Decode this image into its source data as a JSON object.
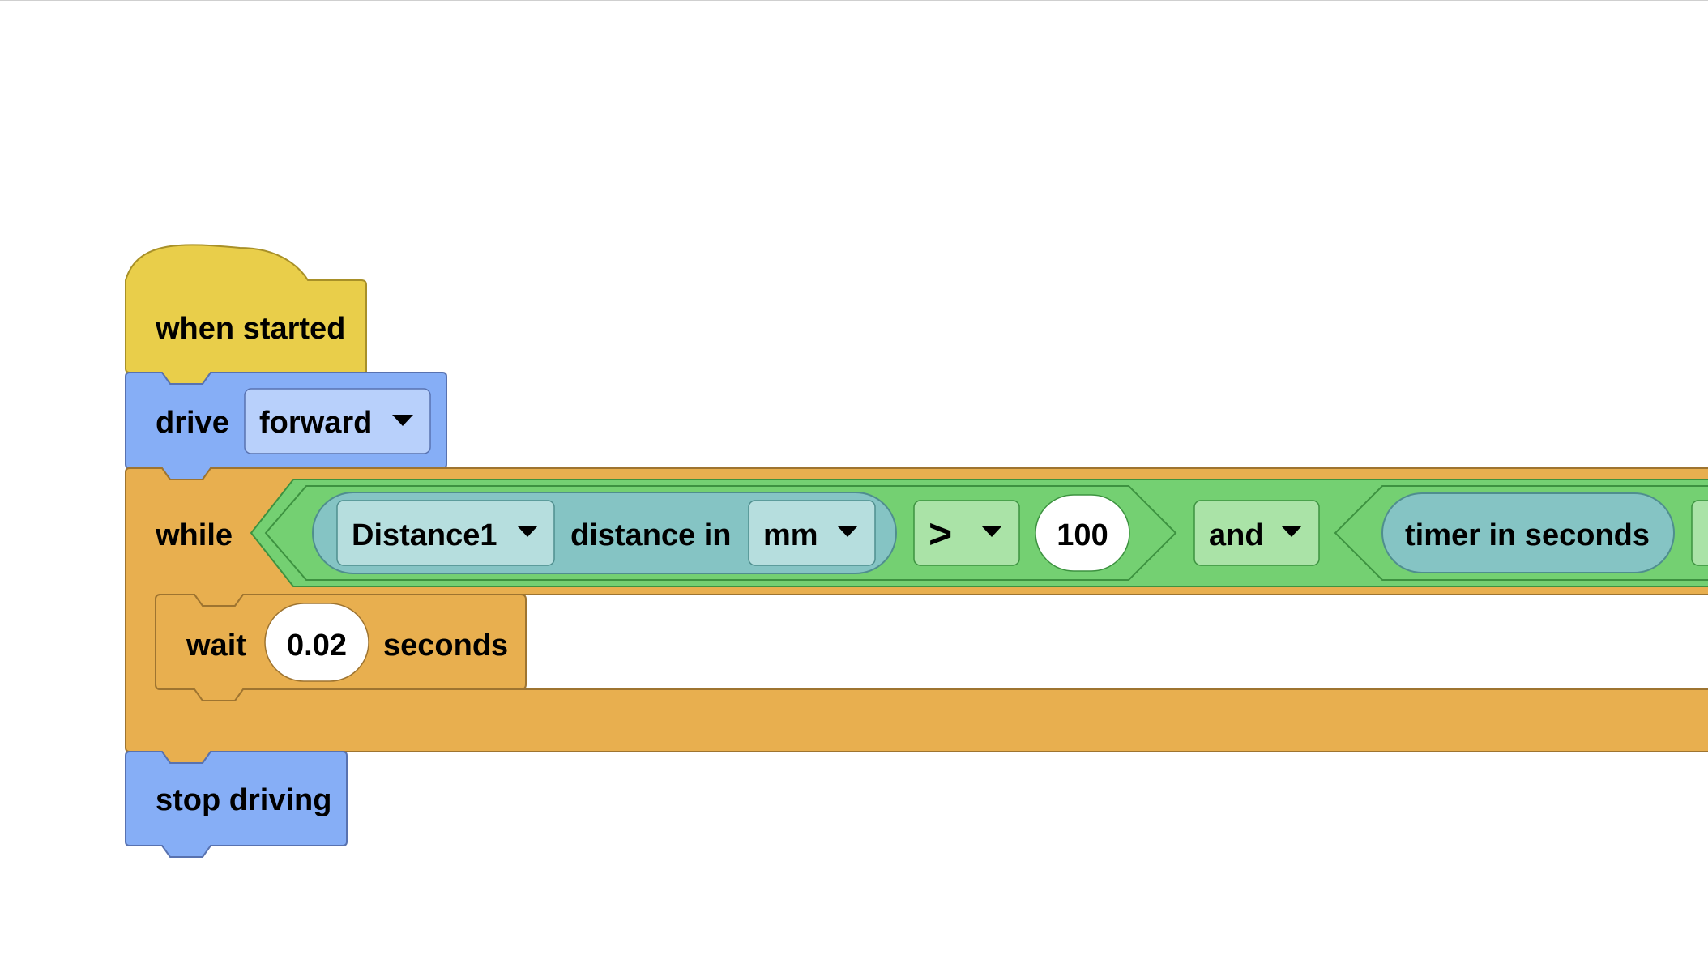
{
  "colors": {
    "hat": "#E9CE4A",
    "hat_stroke": "#A89028",
    "motion": "#86AEF6",
    "motion_stroke": "#5872B0",
    "motion_dropdown": "#B8D0FB",
    "control": "#E8AF4F",
    "control_stroke": "#9E7430",
    "operator": "#74D072",
    "operator_stroke": "#3D9240",
    "operator_dropdown": "#AAE3A7",
    "sensing": "#85C4C4",
    "sensing_stroke": "#4F8E8E",
    "sensing_dropdown": "#B6DEDE",
    "number_field": "#FFFFFF"
  },
  "blocks": {
    "when_started": {
      "label": "when started"
    },
    "drive": {
      "label": "drive",
      "direction": "forward"
    },
    "while_loop": {
      "label": "while",
      "condition": {
        "sensor": "Distance1",
        "reporter_label": "distance in",
        "unit": "mm",
        "operator": ">",
        "value": "100",
        "logic": "and",
        "second_reporter": "timer in seconds"
      }
    },
    "wait": {
      "label": "wait",
      "value": "0.02",
      "unit_label": "seconds"
    },
    "stop_driving": {
      "label": "stop driving"
    }
  },
  "icons": {
    "dropdown": "caret-down-icon"
  }
}
